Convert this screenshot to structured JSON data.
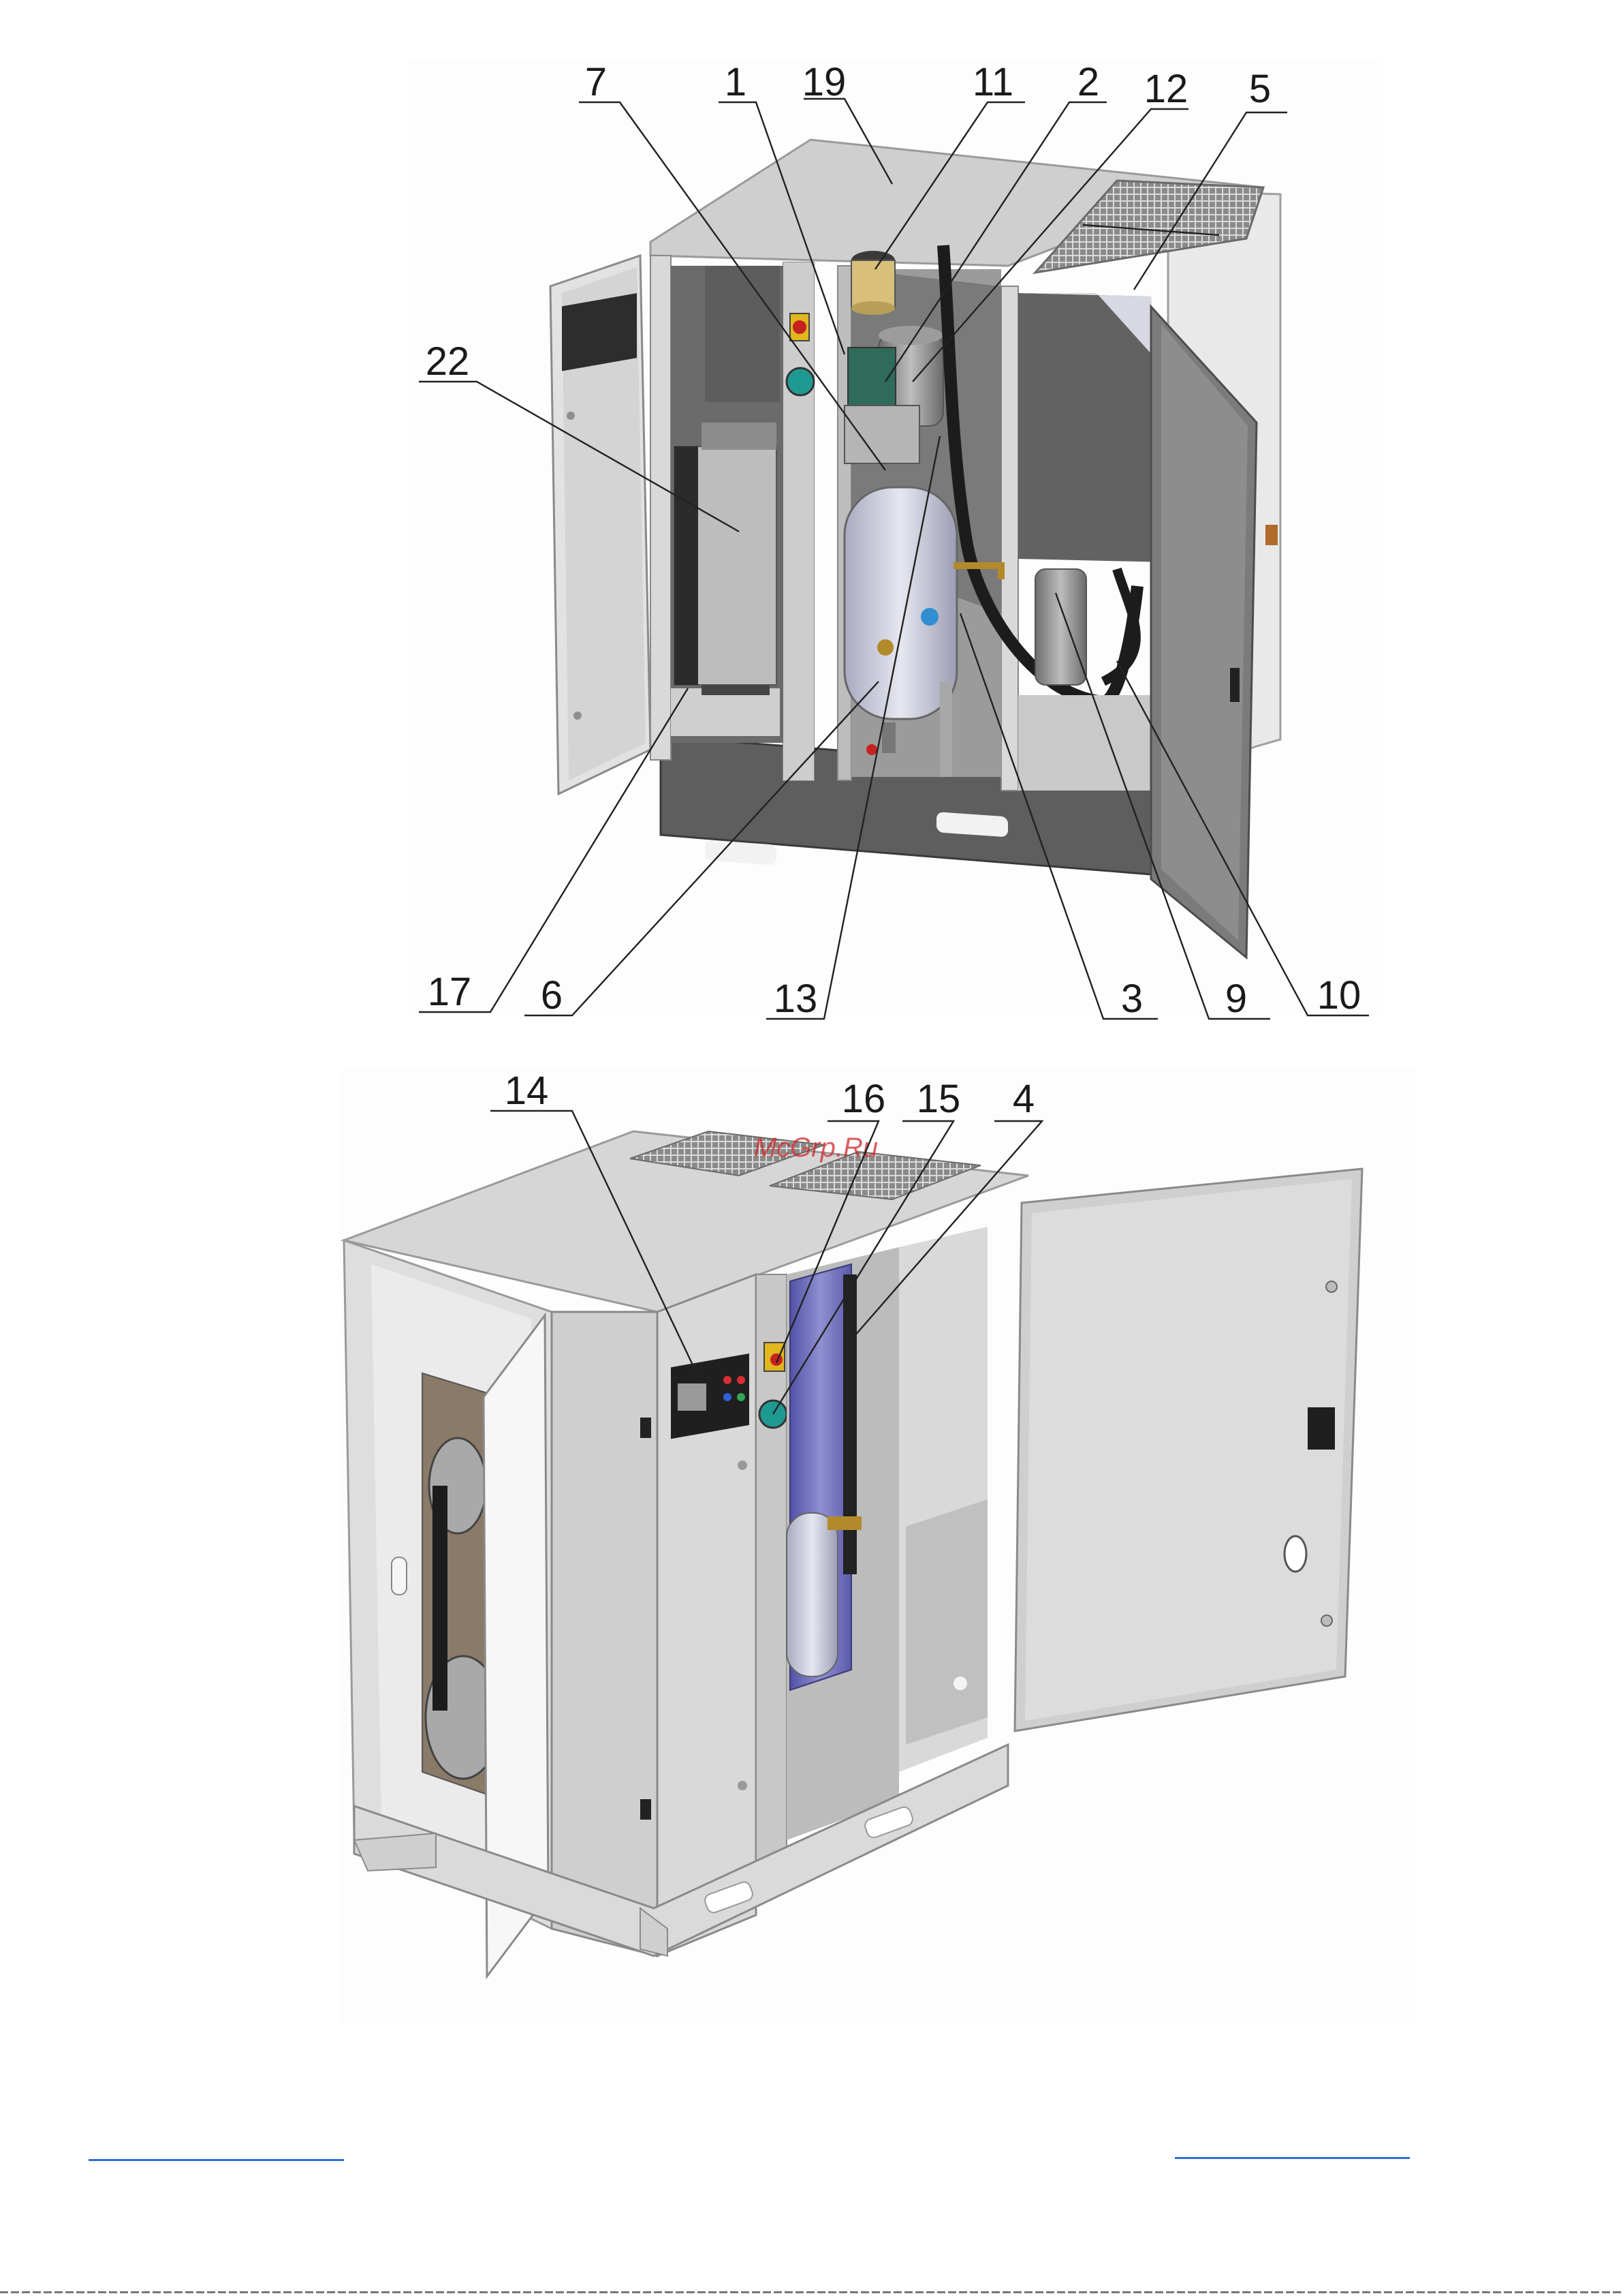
{
  "watermark": "McGrp.Ru",
  "figure_top": {
    "callouts": [
      "7",
      "1",
      "19",
      "11",
      "2",
      "12",
      "5",
      "22",
      "17",
      "6",
      "13",
      "3",
      "9",
      "10"
    ]
  },
  "figure_bottom": {
    "callouts": [
      "14",
      "16",
      "15",
      "4"
    ]
  },
  "colors": {
    "panel": "#d4d4d4",
    "panel_dark": "#7d7d7d",
    "interior": "#4f4f4f",
    "tank": "#c9cad8",
    "door_inner": "#9a9a9a",
    "cooler": "#6d6db5",
    "leader": "#222222",
    "watermark": "#d02828",
    "footer_link": "#2f6fd6"
  },
  "icons": [
    "grille-icon",
    "valve-icon",
    "gauge-icon",
    "control-panel-icon",
    "hinge-icon",
    "handle-icon"
  ]
}
